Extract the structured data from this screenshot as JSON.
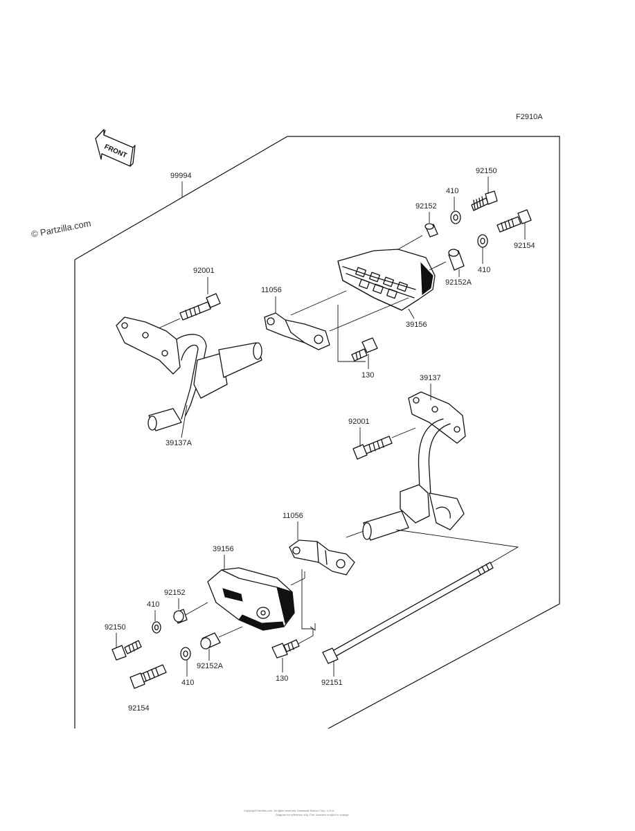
{
  "figure_code": "F2910A",
  "watermark": "© Partzilla.com",
  "front_arrow_label": "FRONT",
  "assembly_label": "99994",
  "labels": {
    "bolt_92150_top": "92150",
    "washer_410_top": "410",
    "collar_92152_top": "92152",
    "bolt_92154_top": "92154",
    "washer_410_top2": "410",
    "collar_92152a_top": "92152A",
    "bolt_92001_top": "92001",
    "bracket_11056_top": "11056",
    "slider_39156_top": "39156",
    "bolt_130_top": "130",
    "stay_39137a": "39137A",
    "stay_39137": "39137",
    "bolt_92001_bottom": "92001",
    "bracket_11056_bottom": "11056",
    "slider_39156_bottom": "39156",
    "collar_92152_bottom": "92152",
    "washer_410_bottom": "410",
    "bolt_92150_bottom": "92150",
    "collar_92152a_bottom": "92152A",
    "washer_410_bottom2": "410",
    "bolt_130_bottom": "130",
    "rod_92151": "92151",
    "bolt_92154_bottom": "92154"
  },
  "footer_line1": "Copyright Partzilla.com. All rights reserved. Kawasaki Motors Corp. U.S.A.",
  "footer_line2": "Diagram for reference only. Part numbers subject to change."
}
